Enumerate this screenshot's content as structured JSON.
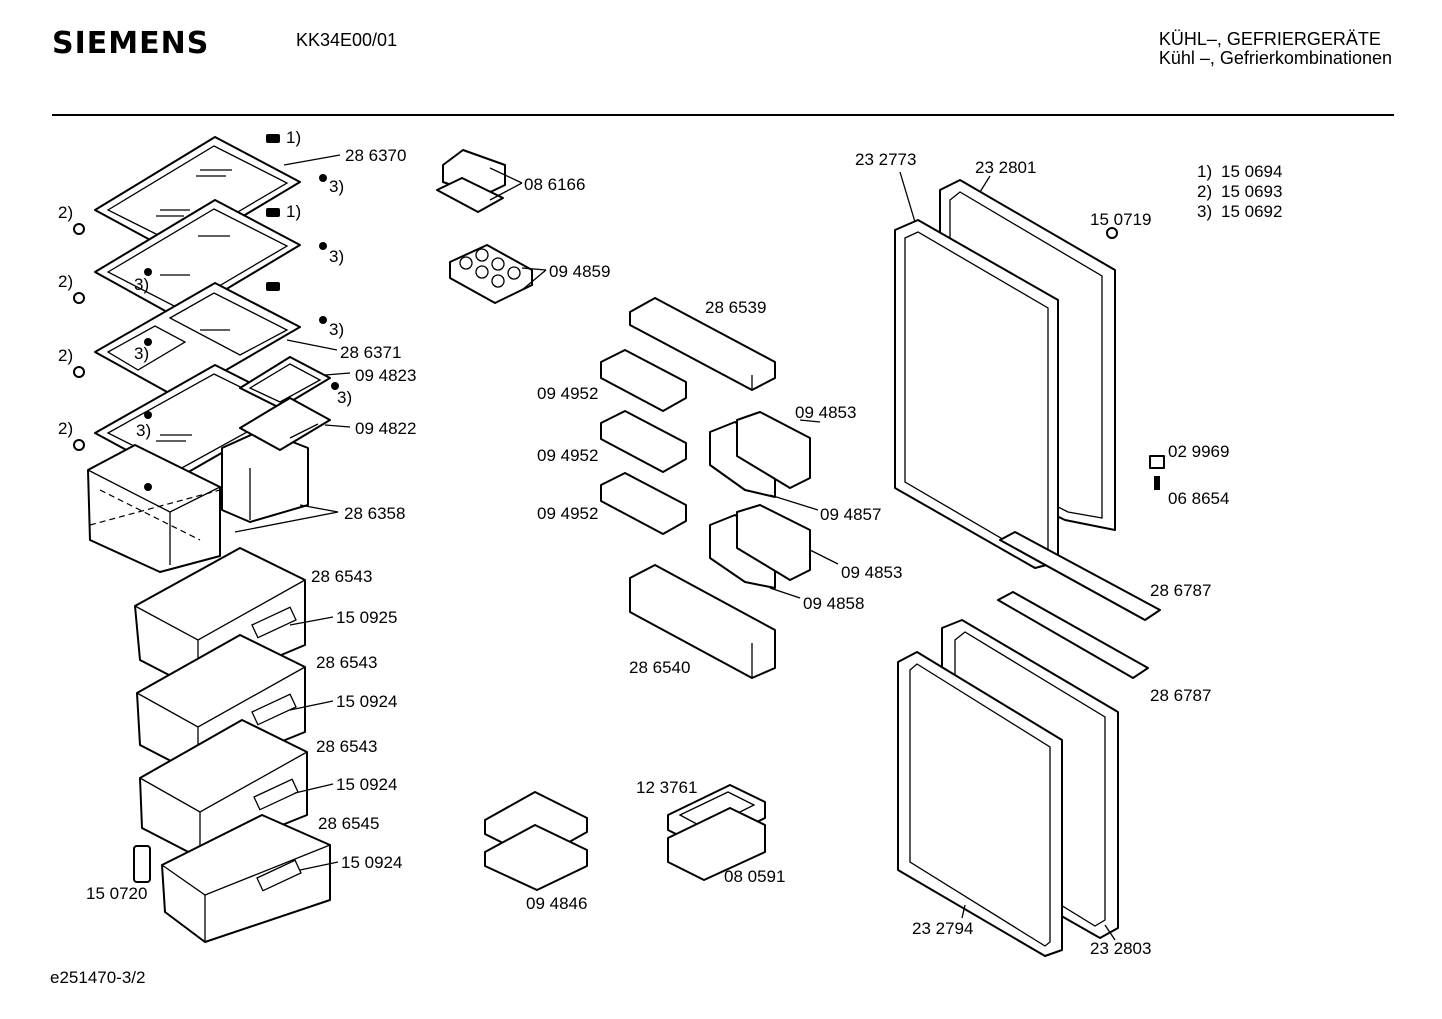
{
  "header": {
    "brand": "SIEMENS",
    "model": "KK34E00/01",
    "category_line1": "KÜHL–, GEFRIERGERÄTE",
    "category_line2": "Kühl –, Gefrierkombinationen"
  },
  "footer": {
    "drawing_id": "e251470-3/2"
  },
  "legend": [
    {
      "key": "1)",
      "part": "15 0694"
    },
    {
      "key": "2)",
      "part": "15 0693"
    },
    {
      "key": "3)",
      "part": "15 0692"
    }
  ],
  "callouts": {
    "c1": "1)",
    "c2": "1)",
    "c3a": "3)",
    "c3b": "3)",
    "c3c": "3)",
    "c3d": "3)",
    "c3e": "3)",
    "c3f": "3)",
    "c3g": "3)",
    "c2a": "2)",
    "c2b": "2)",
    "c2c": "2)",
    "c2d": "2)"
  },
  "parts": {
    "p286370": "28 6370",
    "p286371": "28 6371",
    "p094823": "09 4823",
    "p094822": "09 4822",
    "p286358": "28 6358",
    "p286543a": "28 6543",
    "p150925": "15 0925",
    "p286543b": "28 6543",
    "p150924a": "15 0924",
    "p286543c": "28 6543",
    "p150924b": "15 0924",
    "p286545": "28 6545",
    "p150924c": "15 0924",
    "p150720": "15 0720",
    "p086166": "08 6166",
    "p094859": "09 4859",
    "p286539": "28 6539",
    "p094952a": "09 4952",
    "p094952b": "09 4952",
    "p094952c": "09 4952",
    "p094853a": "09 4853",
    "p094857": "09 4857",
    "p094853b": "09 4853",
    "p094858": "09 4858",
    "p286540": "28 6540",
    "p123761": "12 3761",
    "p080591": "08 0591",
    "p094846": "09 4846",
    "p232773": "23 2773",
    "p232801": "23 2801",
    "p150719": "15 0719",
    "p029969": "02 9969",
    "p068654": "06 8654",
    "p286787a": "28 6787",
    "p286787b": "28 6787",
    "p232794": "23 2794",
    "p232803": "23 2803"
  }
}
